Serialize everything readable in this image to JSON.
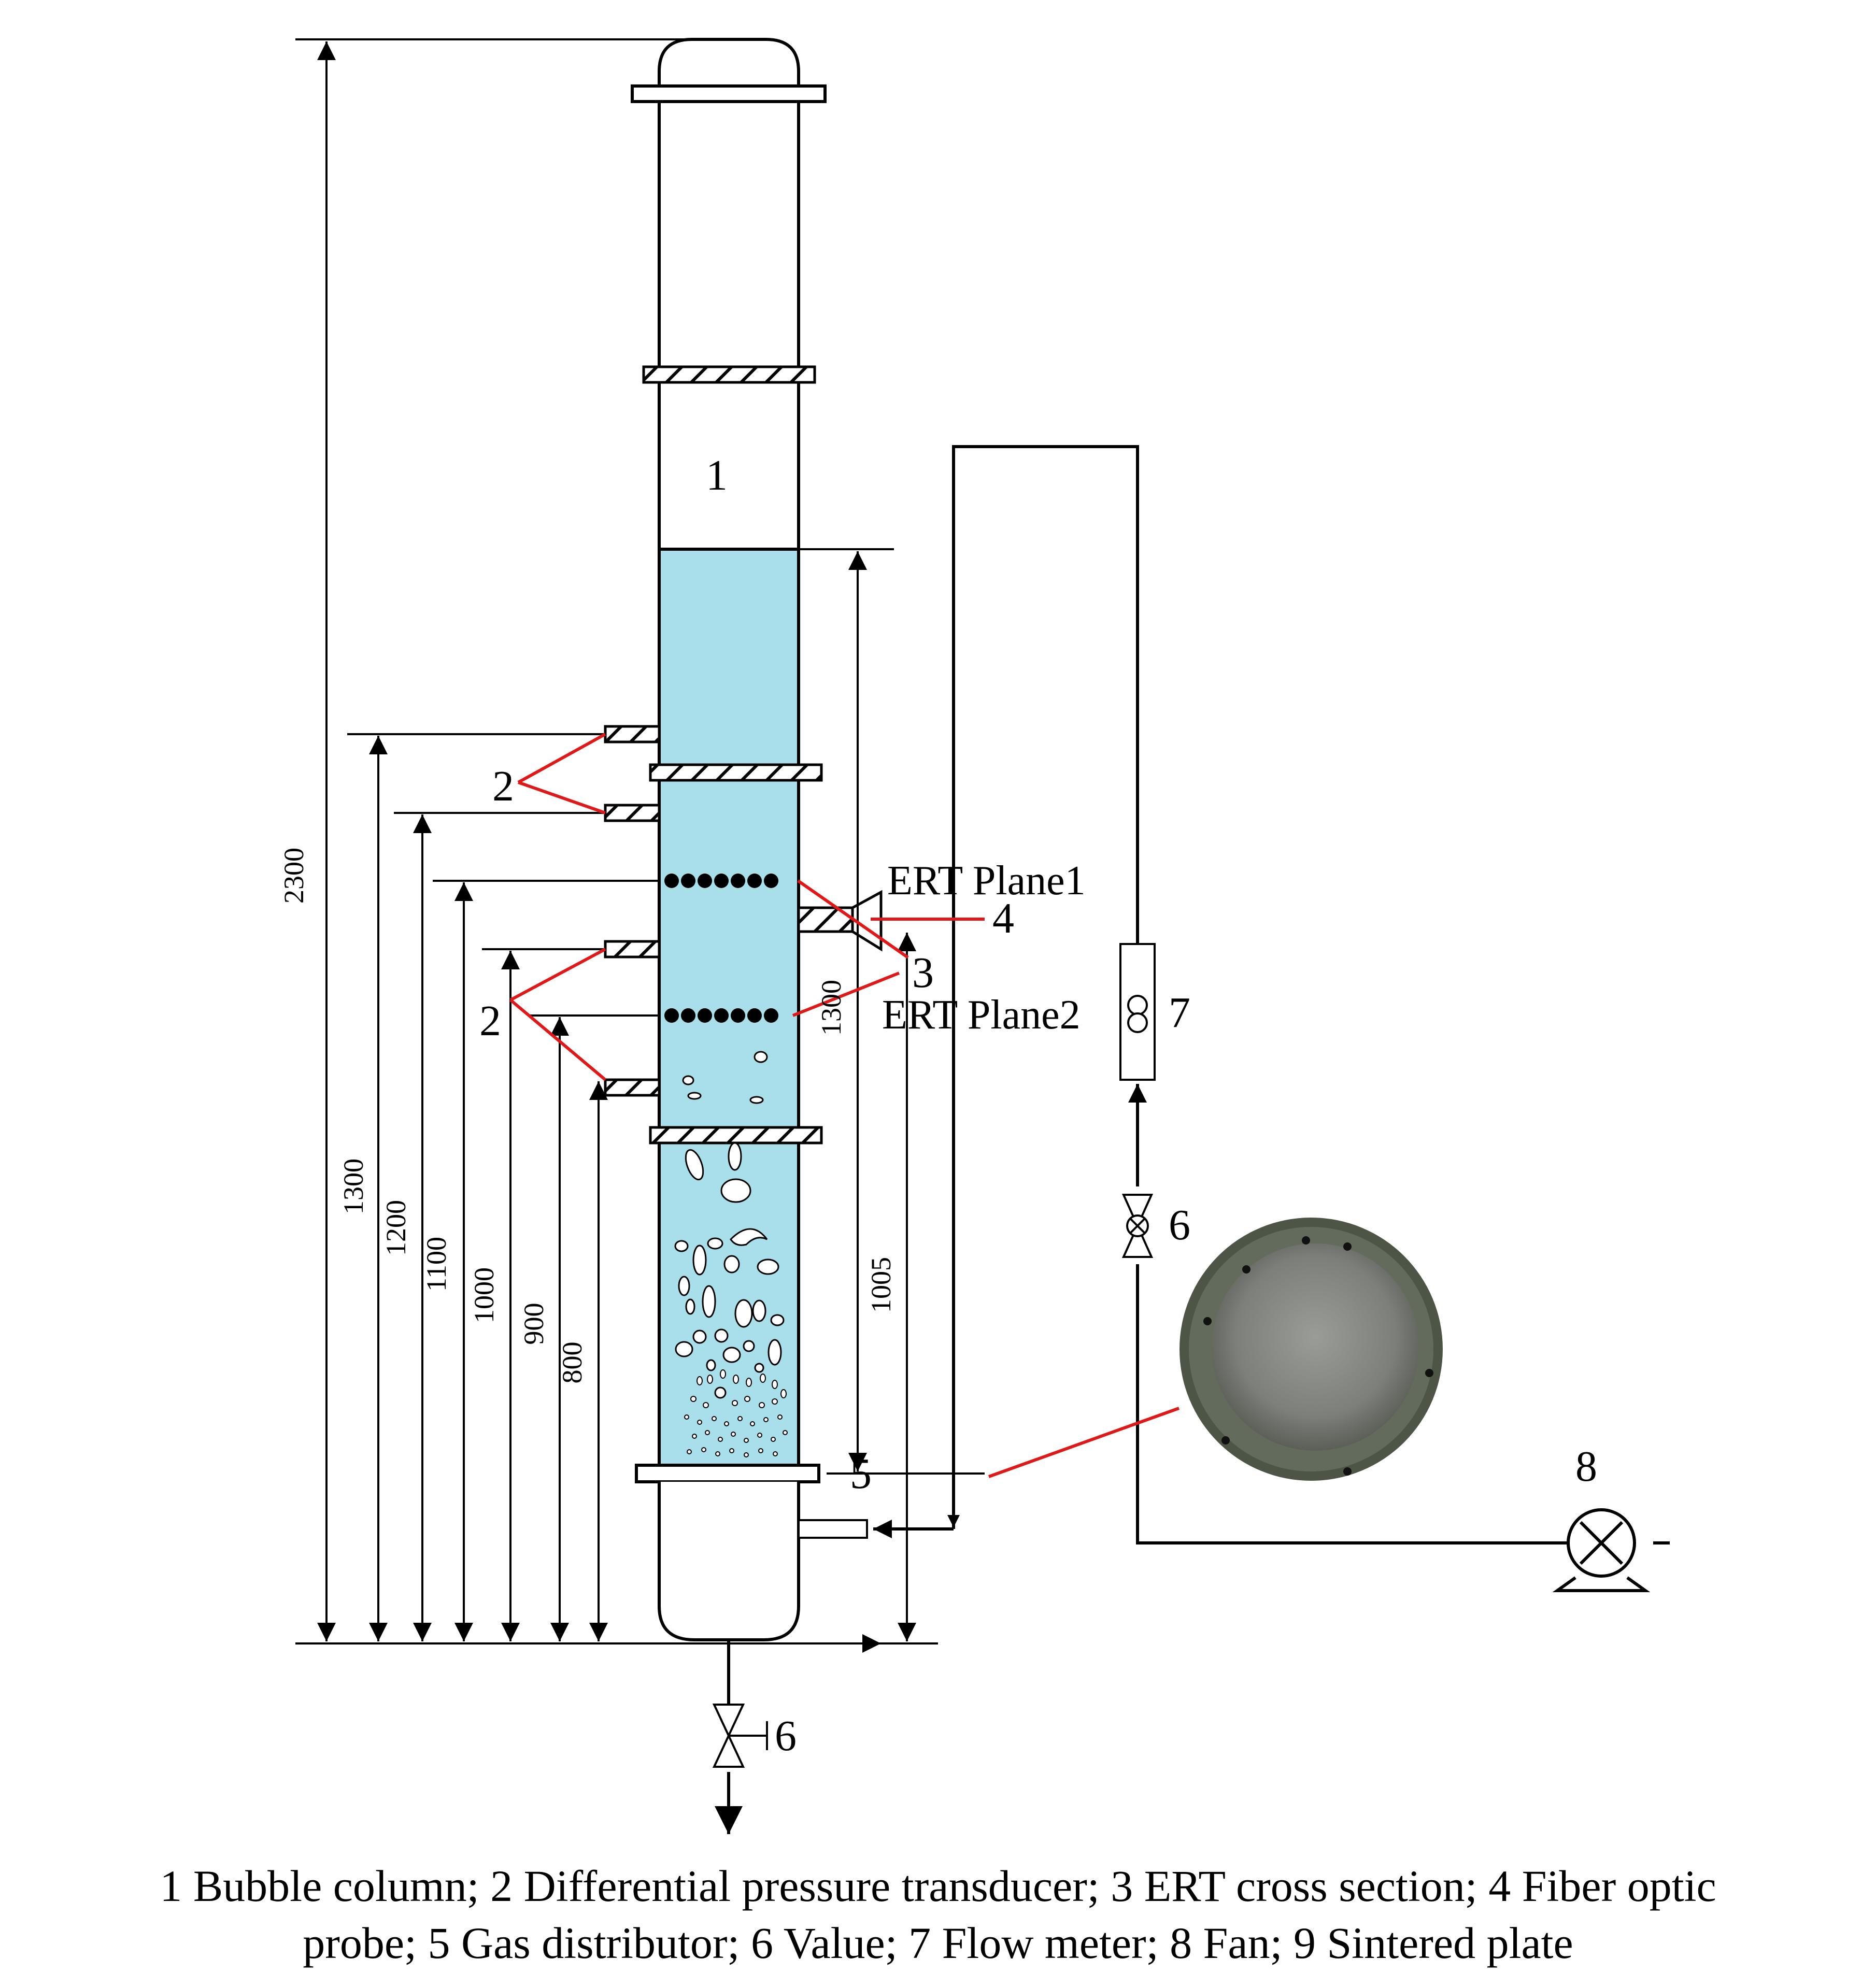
{
  "labels": {
    "column": "1",
    "dpt": "2",
    "ert": "3",
    "probe": "4",
    "distributor": "5",
    "valve": "6",
    "flow_meter": "7",
    "fan": "8"
  },
  "plane_labels": {
    "plane1": "ERT Plane1",
    "plane2": "ERT Plane2"
  },
  "dimensions": {
    "d2300": "2300",
    "d1300": "1300",
    "d1200": "1200",
    "d1100": "1100",
    "d1000": "1000",
    "d900": "900",
    "d800": "800",
    "liquid_height": "1300",
    "plane_height": "1005"
  },
  "caption": {
    "line1": "1 Bubble column; 2 Differential pressure transducer; 3 ERT cross section; 4 Fiber optic",
    "line2": "probe; 5 Gas distributor; 6 Value; 7 Flow meter; 8 Fan; 9 Sintered plate"
  },
  "colors": {
    "liquid": "#a8dfea",
    "leader": "#e01818",
    "line": "#000000"
  }
}
